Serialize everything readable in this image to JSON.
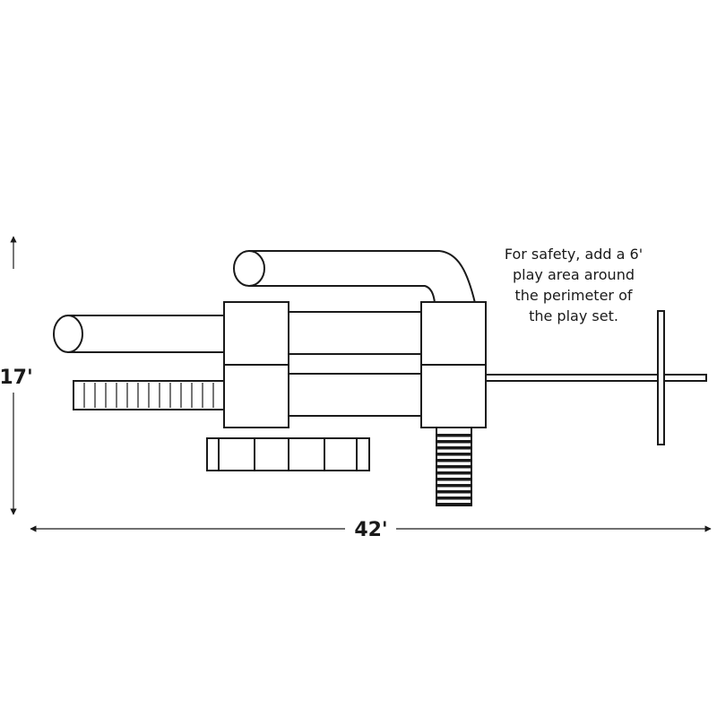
{
  "dimensions": {
    "height_label": "17'",
    "width_label": "42'"
  },
  "safety_note": {
    "lines": [
      "For safety, add a 6'",
      "play area around",
      "the perimeter of",
      "the play set."
    ]
  },
  "icons": {
    "arrow_heads": "arrow-icon"
  },
  "colors": {
    "line": "#1a1a1a",
    "background": "#ffffff"
  }
}
